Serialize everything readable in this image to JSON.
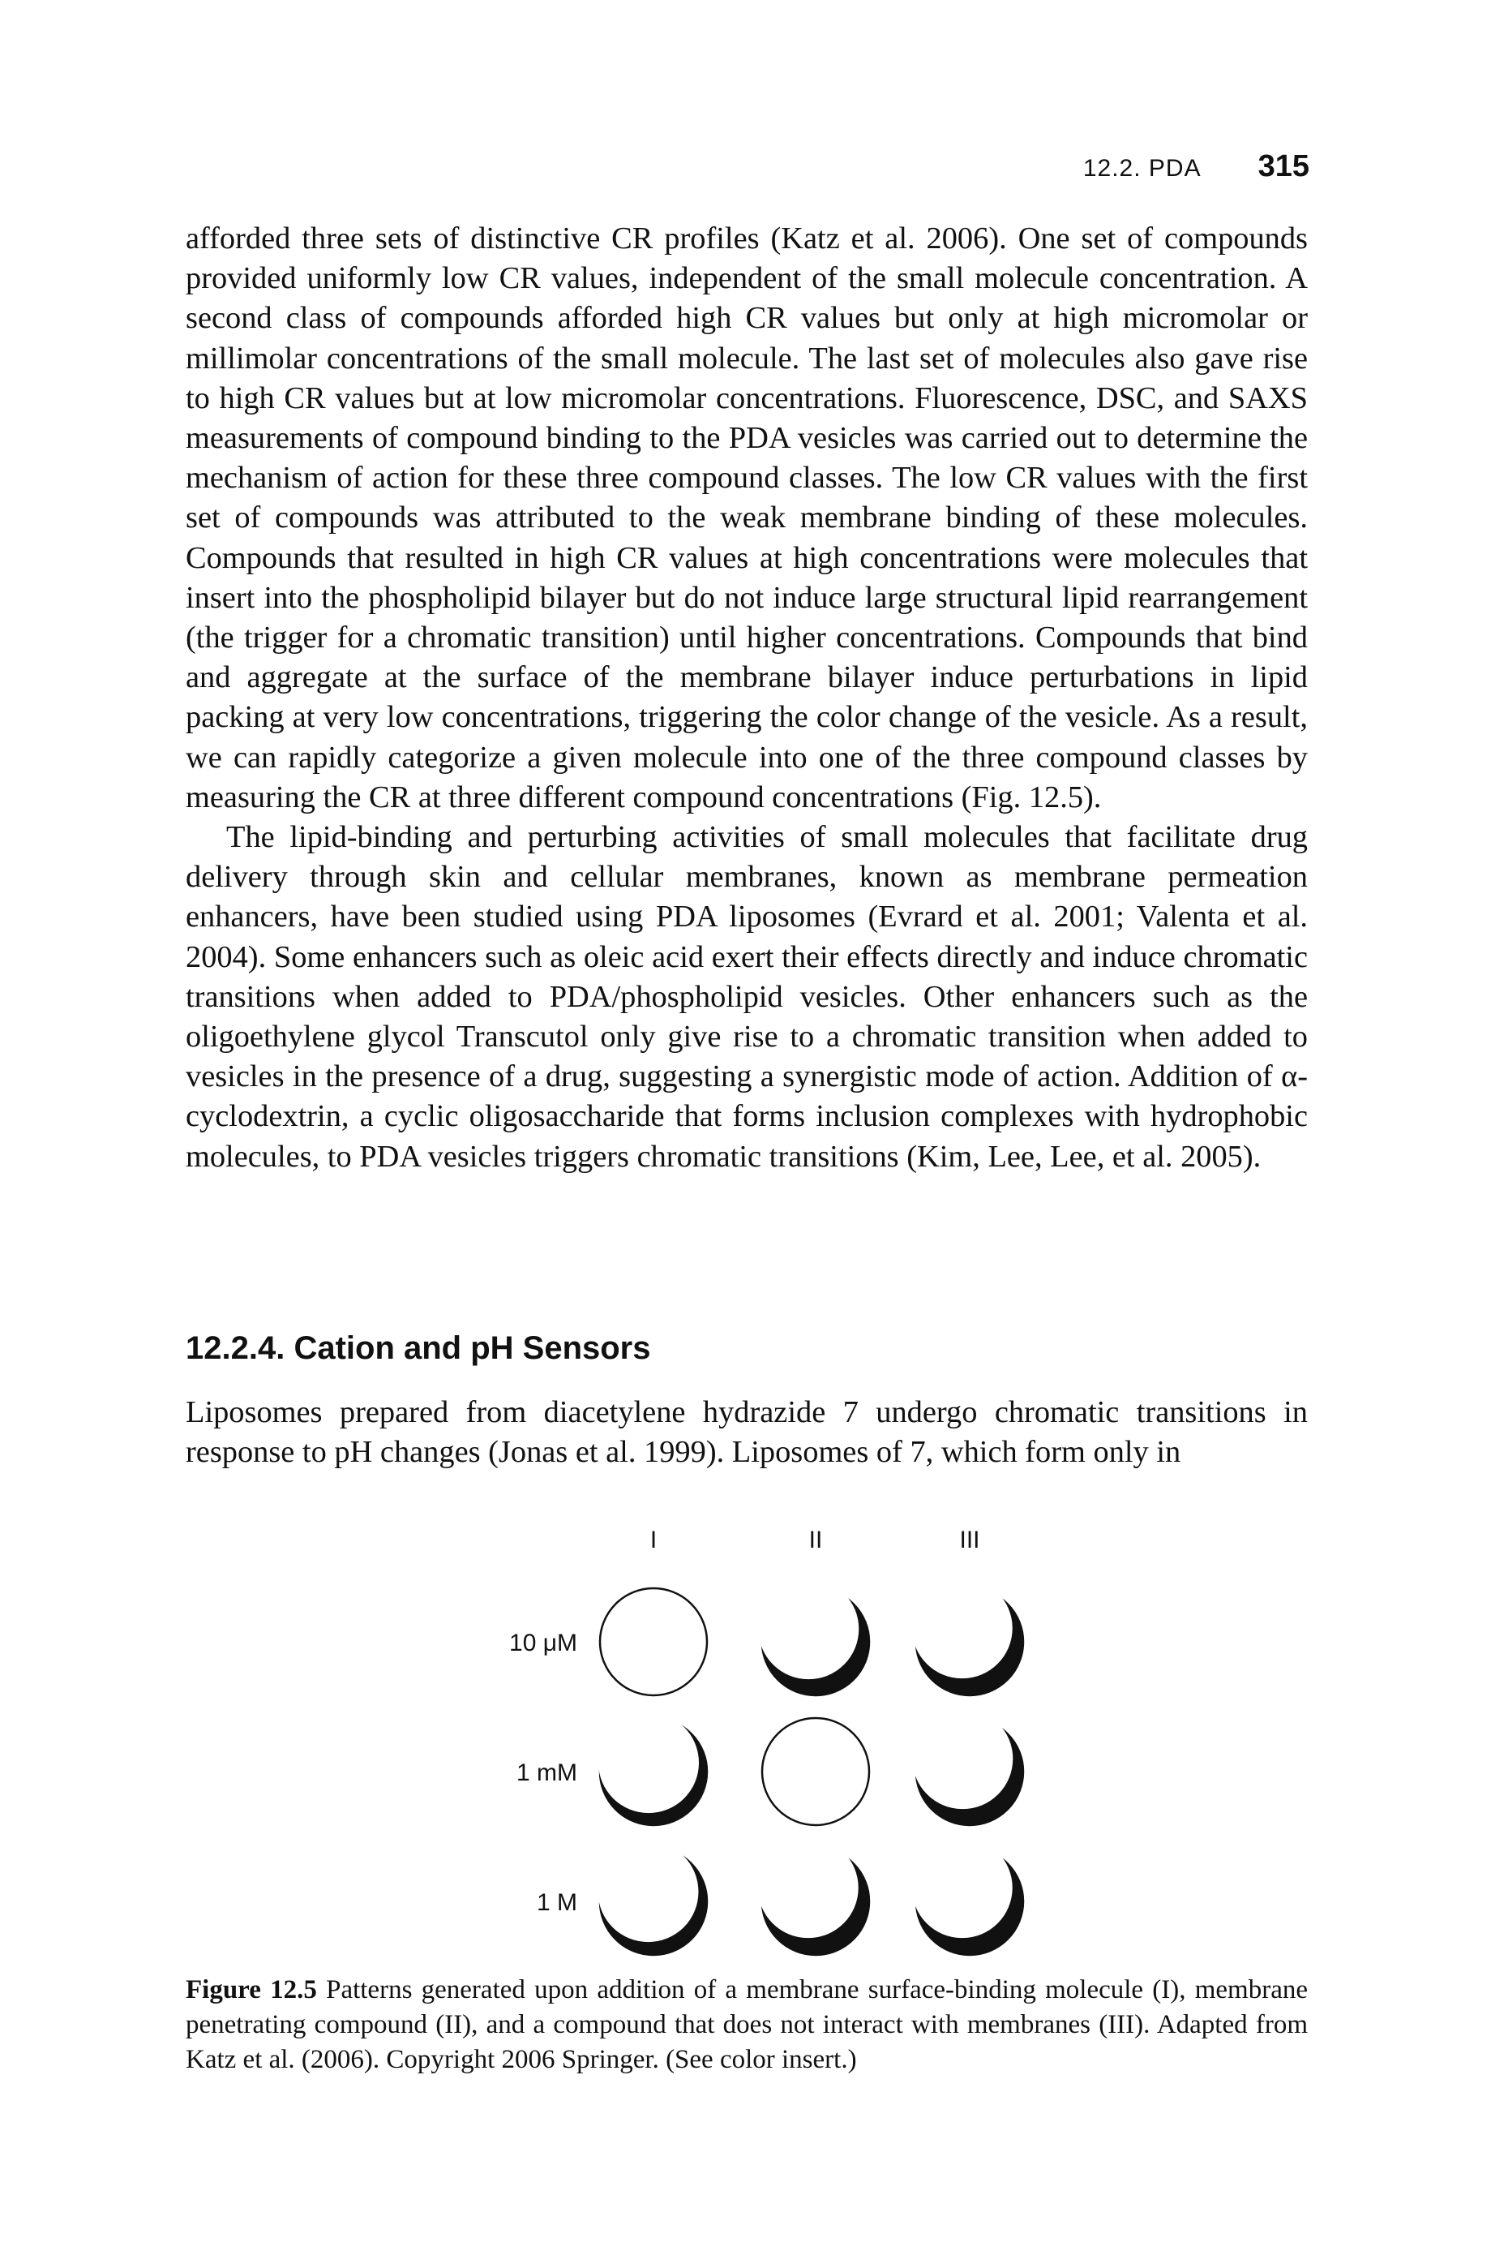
{
  "header": {
    "running_title": "12.2. PDA",
    "page_number": "315"
  },
  "paragraphs": [
    "afforded three sets of distinctive CR profiles (Katz et al. 2006). One set of compounds provided uniformly low CR values, independent of the small molecule concentration. A second class of compounds afforded high CR values but only at high micromolar or millimolar concentrations of the small molecule. The last set of molecules also gave rise to high CR values but at low micromolar concentrations. Fluorescence, DSC, and SAXS measurements of compound binding to the PDA vesicles was carried out to determine the mechanism of action for these three compound classes. The low CR values with the first set of compounds was attributed to the weak membrane binding of these molecules. Compounds that resulted in high CR values at high concentrations were molecules that insert into the phospholipid bilayer but do not induce large structural lipid rearrangement (the trigger for a chromatic transition) until higher concentrations. Compounds that bind and aggregate at the surface of the membrane bilayer induce perturbations in lipid packing at very low concentrations, triggering the color change of the vesicle. As a result, we can rapidly categorize a given molecule into one of the three compound classes by measuring the CR at three different compound concentrations (Fig. 12.5).",
    "The lipid-binding and perturbing activities of small molecules that facilitate drug delivery through skin and cellular membranes, known as membrane permeation enhancers, have been studied using PDA liposomes (Evrard et al. 2001; Valenta et al. 2004). Some enhancers such as oleic acid exert their effects directly and induce chromatic transitions when added to PDA/phospholipid vesicles. Other enhancers such as the oligoethylene glycol Transcutol only give rise to a chromatic transition when added to vesicles in the presence of a drug, suggesting a synergistic mode of action. Addition of α-cyclodextrin, a cyclic oligosaccharide that forms inclusion complexes with hydrophobic molecules, to PDA vesicles triggers chromatic transitions (Kim, Lee, Lee, et al. 2005).",
    "Liposomes prepared from diacetylene hydrazide 7 undergo chromatic transitions in response to pH changes (Jonas et al. 1999). Liposomes of 7, which form only in"
  ],
  "section_heading": "12.2.4. Cation and pH Sensors",
  "figure": {
    "column_labels": [
      "I",
      "II",
      "III"
    ],
    "row_labels": [
      "10 μM",
      "1 mM",
      "1 M"
    ],
    "response_level": [
      [
        0.0,
        0.8,
        0.85
      ],
      [
        0.55,
        0.0,
        0.8
      ],
      [
        0.6,
        0.85,
        0.85
      ]
    ]
  },
  "caption": {
    "label": "Figure 12.5",
    "text": "Patterns generated upon addition of a membrane surface-binding molecule (I), membrane penetrating compound (II), and a compound that does not interact with membranes (III). Adapted from Katz et al. (2006). Copyright 2006 Springer. (See color insert.)"
  }
}
